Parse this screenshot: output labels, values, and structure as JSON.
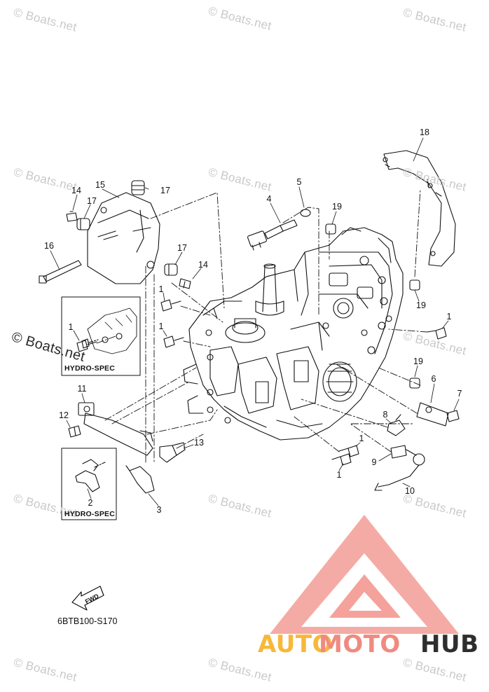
{
  "diagram": {
    "callouts": [
      {
        "id": "c18",
        "label": "18"
      },
      {
        "id": "c5",
        "label": "5"
      },
      {
        "id": "c4",
        "label": "4"
      },
      {
        "id": "c19a",
        "label": "19"
      },
      {
        "id": "c14a",
        "label": "14"
      },
      {
        "id": "c15",
        "label": "15"
      },
      {
        "id": "c17a",
        "label": "17"
      },
      {
        "id": "c17b",
        "label": "17"
      },
      {
        "id": "c16",
        "label": "16"
      },
      {
        "id": "c17c",
        "label": "17"
      },
      {
        "id": "c14b",
        "label": "14"
      },
      {
        "id": "c1a",
        "label": "1"
      },
      {
        "id": "c1b",
        "label": "1"
      },
      {
        "id": "c1c",
        "label": "1"
      },
      {
        "id": "c19b",
        "label": "19"
      },
      {
        "id": "c1d",
        "label": "1"
      },
      {
        "id": "c19c",
        "label": "19"
      },
      {
        "id": "c6",
        "label": "6"
      },
      {
        "id": "c7",
        "label": "7"
      },
      {
        "id": "c11",
        "label": "11"
      },
      {
        "id": "c12",
        "label": "12"
      },
      {
        "id": "c8",
        "label": "8"
      },
      {
        "id": "c13",
        "label": "13"
      },
      {
        "id": "c1e",
        "label": "1"
      },
      {
        "id": "c9",
        "label": "9"
      },
      {
        "id": "c1f",
        "label": "1"
      },
      {
        "id": "c10",
        "label": "10"
      },
      {
        "id": "c2",
        "label": "2"
      },
      {
        "id": "c3",
        "label": "3"
      }
    ],
    "insets": [
      {
        "id": "inset-top",
        "label": "HYDRO-SPEC"
      },
      {
        "id": "inset-bottom",
        "label": "HYDRO-SPEC"
      }
    ],
    "fwd_label": "FWD",
    "diagram_code": "6BTB100-S170"
  },
  "watermark": {
    "text": "© Boats.net"
  },
  "logo": {
    "part1": "AUTO",
    "part2": "MOTO",
    "part3": "HUB",
    "colors": {
      "auto": "#f7b83a",
      "moto": "#f08a80",
      "hub": "#2e2e2e",
      "triangle": "#f4a29b"
    }
  }
}
